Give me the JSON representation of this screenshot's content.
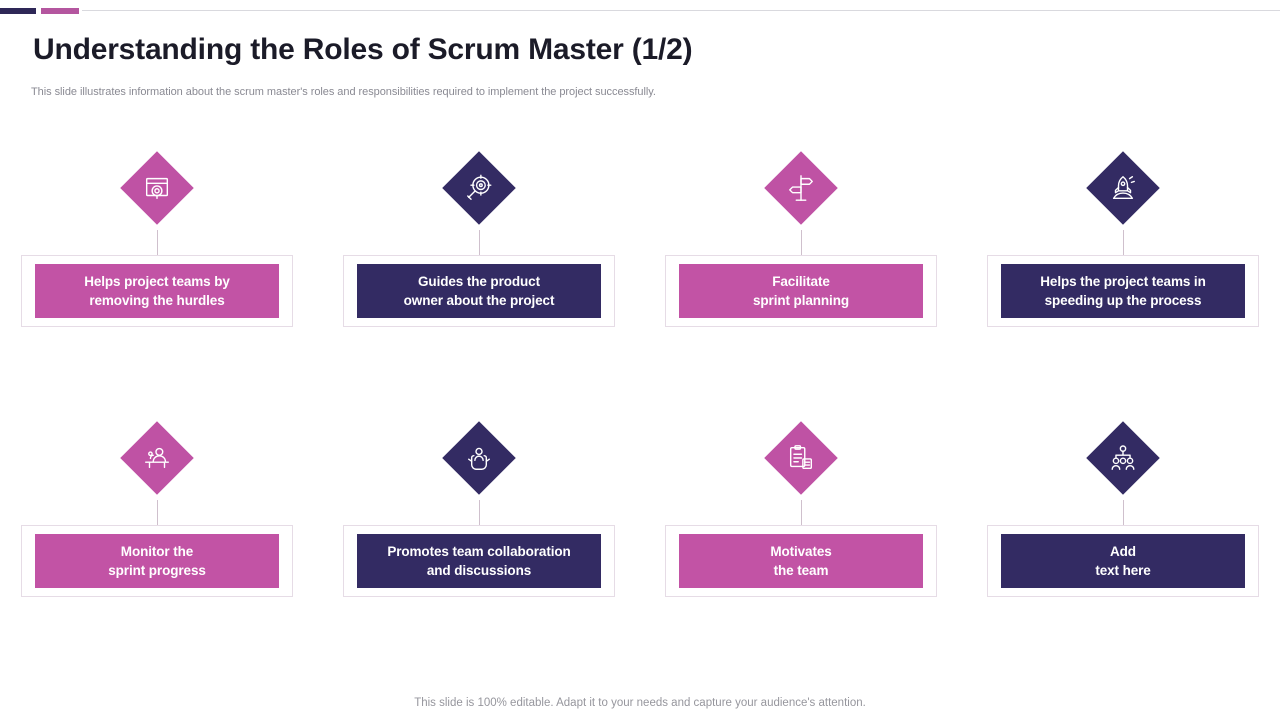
{
  "header": {
    "title": "Understanding the Roles of Scrum Master (1/2)",
    "subtitle": "This slide illustrates information about the scrum master's roles and responsibilities required to implement the project successfully."
  },
  "theme": {
    "pink": "#c253a5",
    "navy": "#332b63",
    "diamond_pink": "#bf52a4",
    "diamond_navy": "#332b63",
    "card_border": "#e6dce6",
    "connector": "#cfc0cd",
    "title_color": "#1b1b28",
    "subtitle_color": "#8a8a93",
    "footer_color": "#96969d",
    "accent_dark": "#2e2757",
    "accent_pink": "#b4569f"
  },
  "rows": [
    {
      "items": [
        {
          "icon": "whiteboard-hurdle-icon",
          "color": "pink",
          "line1": "Helps project teams by",
          "line2": "removing the hurdles"
        },
        {
          "icon": "magnifier-target-icon",
          "color": "navy",
          "line1": "Guides the product",
          "line2": "owner about the project"
        },
        {
          "icon": "signpost-direction-icon",
          "color": "pink",
          "line1": "Facilitate",
          "line2": "sprint planning"
        },
        {
          "icon": "rocket-launch-icon",
          "color": "navy",
          "line1": "Helps the project teams in",
          "line2": "speeding up the process"
        }
      ]
    },
    {
      "items": [
        {
          "icon": "person-at-desk-icon",
          "color": "pink",
          "line1": "Monitor the",
          "line2": "sprint progress"
        },
        {
          "icon": "hands-holding-person-icon",
          "color": "navy",
          "line1": "Promotes team collaboration",
          "line2": "and discussions"
        },
        {
          "icon": "clipboard-checklist-icon",
          "color": "pink",
          "line1": "Motivates",
          "line2": "the team"
        },
        {
          "icon": "team-network-icon",
          "color": "navy",
          "line1": "Add",
          "line2": "text here"
        }
      ]
    }
  ],
  "footer": {
    "note": "This slide is 100% editable. Adapt it to your needs and capture your audience's attention."
  }
}
